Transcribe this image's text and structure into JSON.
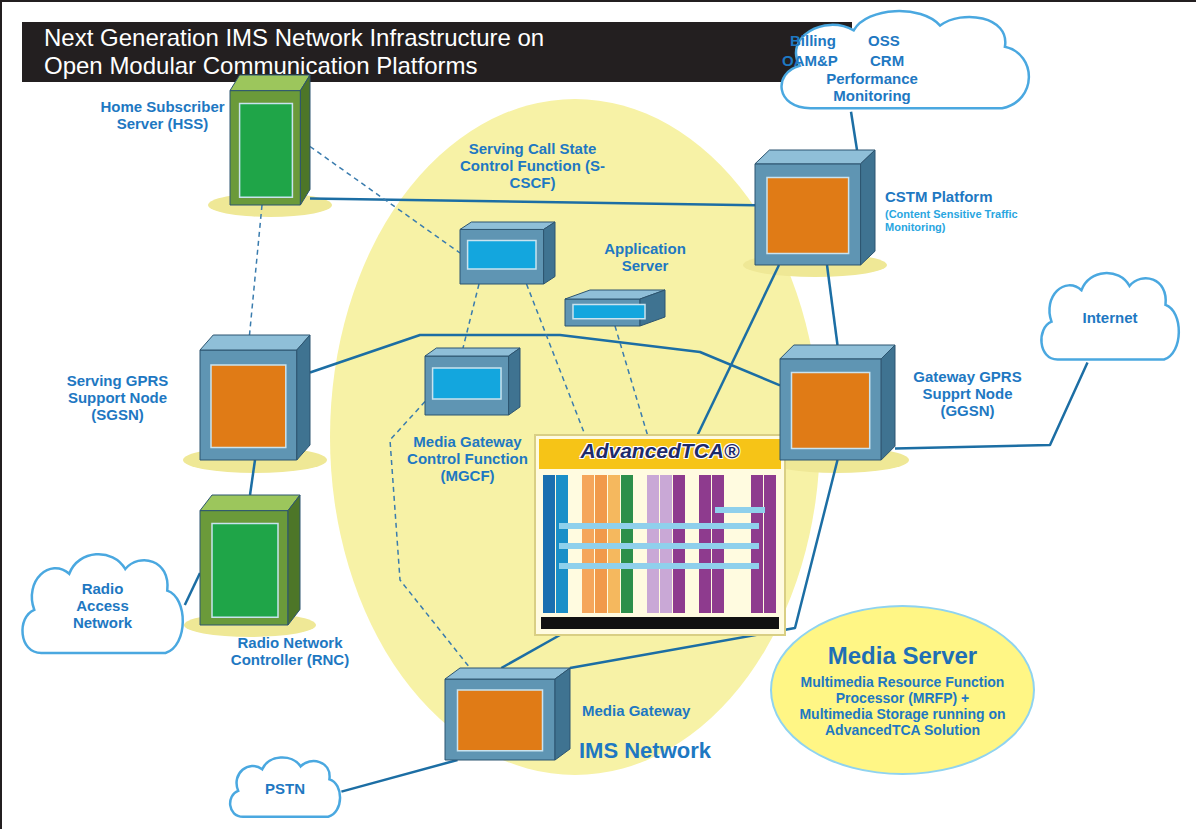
{
  "diagram": {
    "title": "Next Generation IMS Network Infrastructure on Open Modular Communication Platforms",
    "nodes": [
      {
        "text": [
          "IMS Network"
        ]
      },
      {
        "text": [
          "Home Subscriber Server (HSS)"
        ]
      },
      {
        "text": [
          "Serving Call State Control Function (S-CSCF)"
        ],
        "in": 0
      },
      {
        "text": [
          "Application Server"
        ],
        "in": 0
      },
      {
        "text": [
          "CSTM Platform",
          "(Content Sensitive Traffic Monitoring)"
        ]
      },
      {
        "text": [
          "Billing",
          "OSS",
          "OAM&P",
          "CRM",
          "Performance Monitoring"
        ]
      },
      {
        "text": [
          "Internet"
        ]
      },
      {
        "text": [
          "Serving GPRS Support Node (SGSN)"
        ]
      },
      {
        "text": [
          "Media Gateway Control Function (MGCF)"
        ],
        "in": 0
      },
      {
        "text": [
          "AdvancedTCA®"
        ],
        "in": 0
      },
      {
        "text": [
          "Gateway GPRS Supprt Node (GGSN)"
        ]
      },
      {
        "text": [
          "Radio Access Network"
        ]
      },
      {
        "text": [
          "Radio Network Controller (RNC)"
        ]
      },
      {
        "text": [
          "Media Server",
          "Multimedia Resource Function Processor (MRFP) + Multimedia Storage running on AdvancedTCA Solution"
        ],
        "in": 0
      },
      {
        "text": [
          "Media Gateway"
        ],
        "in": 0
      },
      {
        "text": [
          "PSTN"
        ]
      }
    ],
    "edges": [
      {
        "from": 1,
        "to": 4,
        "arrow": "none"
      },
      {
        "from": 4,
        "to": 5,
        "arrow": "none"
      },
      {
        "from": 4,
        "to": 9,
        "arrow": "none"
      },
      {
        "from": 4,
        "to": 10,
        "arrow": "none"
      },
      {
        "from": 7,
        "to": 10,
        "arrow": "none"
      },
      {
        "from": 10,
        "to": 6,
        "arrow": "none"
      },
      {
        "from": 7,
        "to": 12,
        "arrow": "none"
      },
      {
        "from": 12,
        "to": 11,
        "arrow": "none"
      },
      {
        "from": 9,
        "to": 14,
        "arrow": "none"
      },
      {
        "from": 14,
        "to": 10,
        "arrow": "none"
      },
      {
        "from": 14,
        "to": 15,
        "arrow": "none"
      },
      {
        "from": 1,
        "to": 2,
        "arrow": "none"
      },
      {
        "from": 1,
        "to": 7,
        "arrow": "none"
      },
      {
        "from": 2,
        "to": 8,
        "arrow": "none"
      },
      {
        "from": 2,
        "to": 9,
        "arrow": "none"
      },
      {
        "from": 3,
        "to": 9,
        "arrow": "none"
      },
      {
        "from": 8,
        "to": 14,
        "arrow": "none"
      }
    ]
  }
}
